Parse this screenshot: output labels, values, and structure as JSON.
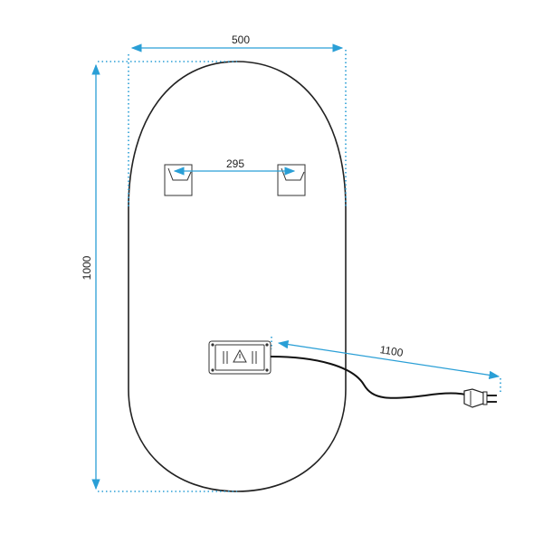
{
  "dimensions": {
    "width": "500",
    "height": "1000",
    "bracket_spacing": "295",
    "cable_length": "1100"
  },
  "colors": {
    "dimension": "#2a9fd6",
    "outline": "#222222"
  },
  "icons": {
    "warning": "warning-triangle-icon",
    "plug": "power-plug-icon"
  }
}
